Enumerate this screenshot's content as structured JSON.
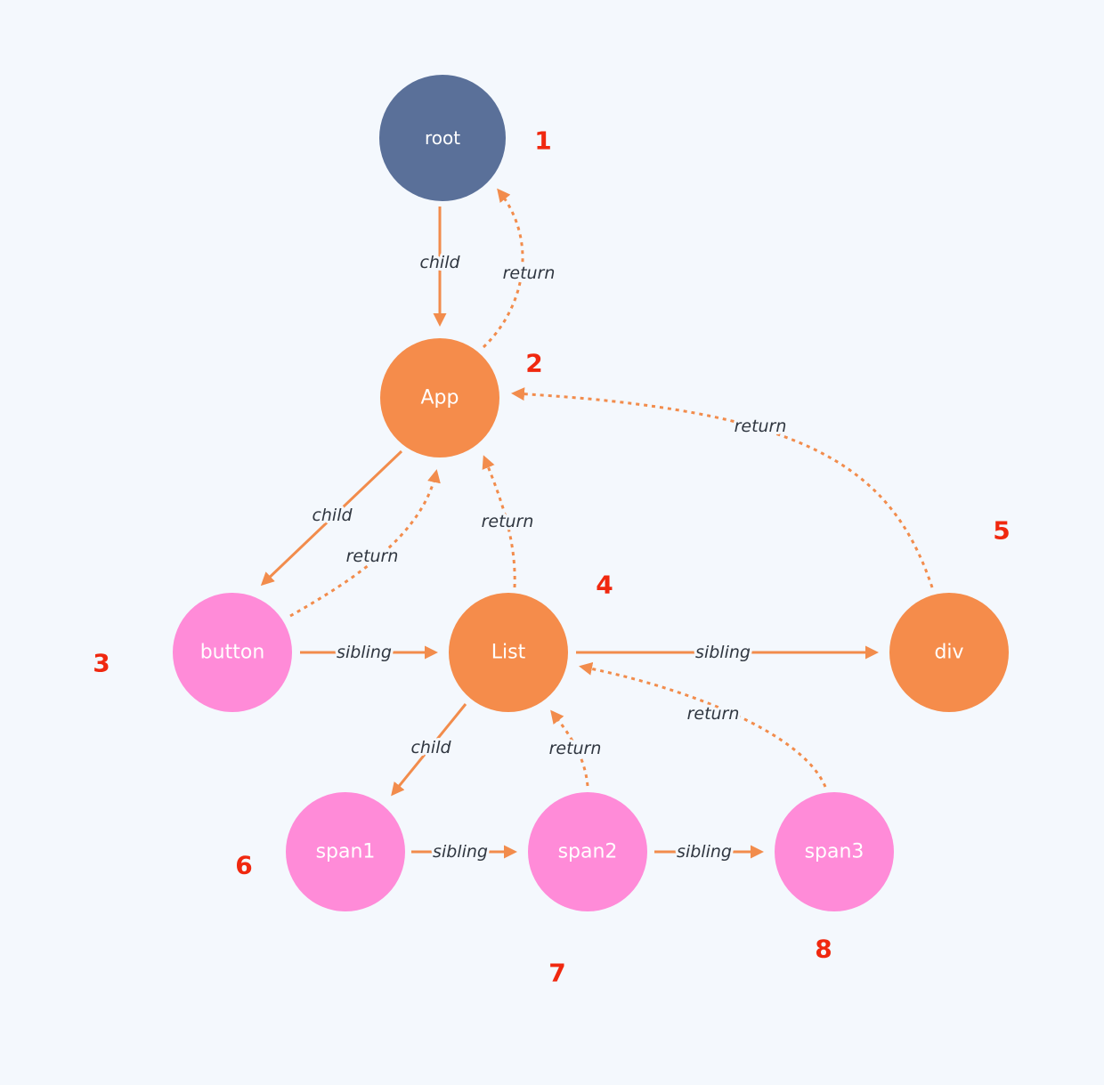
{
  "colors": {
    "root": "#5a7099",
    "component": "#f58c4b",
    "host": "#ff8bd8",
    "edge": "#f28c4c",
    "number": "#f0280f"
  },
  "nodes": [
    {
      "id": "root",
      "label": "root",
      "kind": "root",
      "order": "1"
    },
    {
      "id": "app",
      "label": "App",
      "kind": "component",
      "order": "2"
    },
    {
      "id": "button",
      "label": "button",
      "kind": "host",
      "order": "3"
    },
    {
      "id": "list",
      "label": "List",
      "kind": "component",
      "order": "4"
    },
    {
      "id": "div",
      "label": "div",
      "kind": "component",
      "order": "5"
    },
    {
      "id": "span1",
      "label": "span1",
      "kind": "host",
      "order": "6"
    },
    {
      "id": "span2",
      "label": "span2",
      "kind": "host",
      "order": "7"
    },
    {
      "id": "span3",
      "label": "span3",
      "kind": "host",
      "order": "8"
    }
  ],
  "edges": [
    {
      "id": "root-app-child",
      "from": "root",
      "to": "app",
      "label": "child",
      "style": "solid"
    },
    {
      "id": "app-root-return",
      "from": "app",
      "to": "root",
      "label": "return",
      "style": "dashed"
    },
    {
      "id": "app-button-child",
      "from": "app",
      "to": "button",
      "label": "child",
      "style": "solid"
    },
    {
      "id": "button-app-return",
      "from": "button",
      "to": "app",
      "label": "return",
      "style": "dashed"
    },
    {
      "id": "list-app-return",
      "from": "list",
      "to": "app",
      "label": "return",
      "style": "dashed"
    },
    {
      "id": "div-app-return",
      "from": "div",
      "to": "app",
      "label": "return",
      "style": "dashed"
    },
    {
      "id": "button-list-sibling",
      "from": "button",
      "to": "list",
      "label": "sibling",
      "style": "solid"
    },
    {
      "id": "list-div-sibling",
      "from": "list",
      "to": "div",
      "label": "sibling",
      "style": "solid"
    },
    {
      "id": "list-span1-child",
      "from": "list",
      "to": "span1",
      "label": "child",
      "style": "solid"
    },
    {
      "id": "span2-list-return",
      "from": "span2",
      "to": "list",
      "label": "return",
      "style": "dashed"
    },
    {
      "id": "span3-list-return",
      "from": "span3",
      "to": "list",
      "label": "return",
      "style": "dashed"
    },
    {
      "id": "span1-span2-sibling",
      "from": "span1",
      "to": "span2",
      "label": "sibling",
      "style": "solid"
    },
    {
      "id": "span2-span3-sibling",
      "from": "span2",
      "to": "span3",
      "label": "sibling",
      "style": "solid"
    }
  ]
}
